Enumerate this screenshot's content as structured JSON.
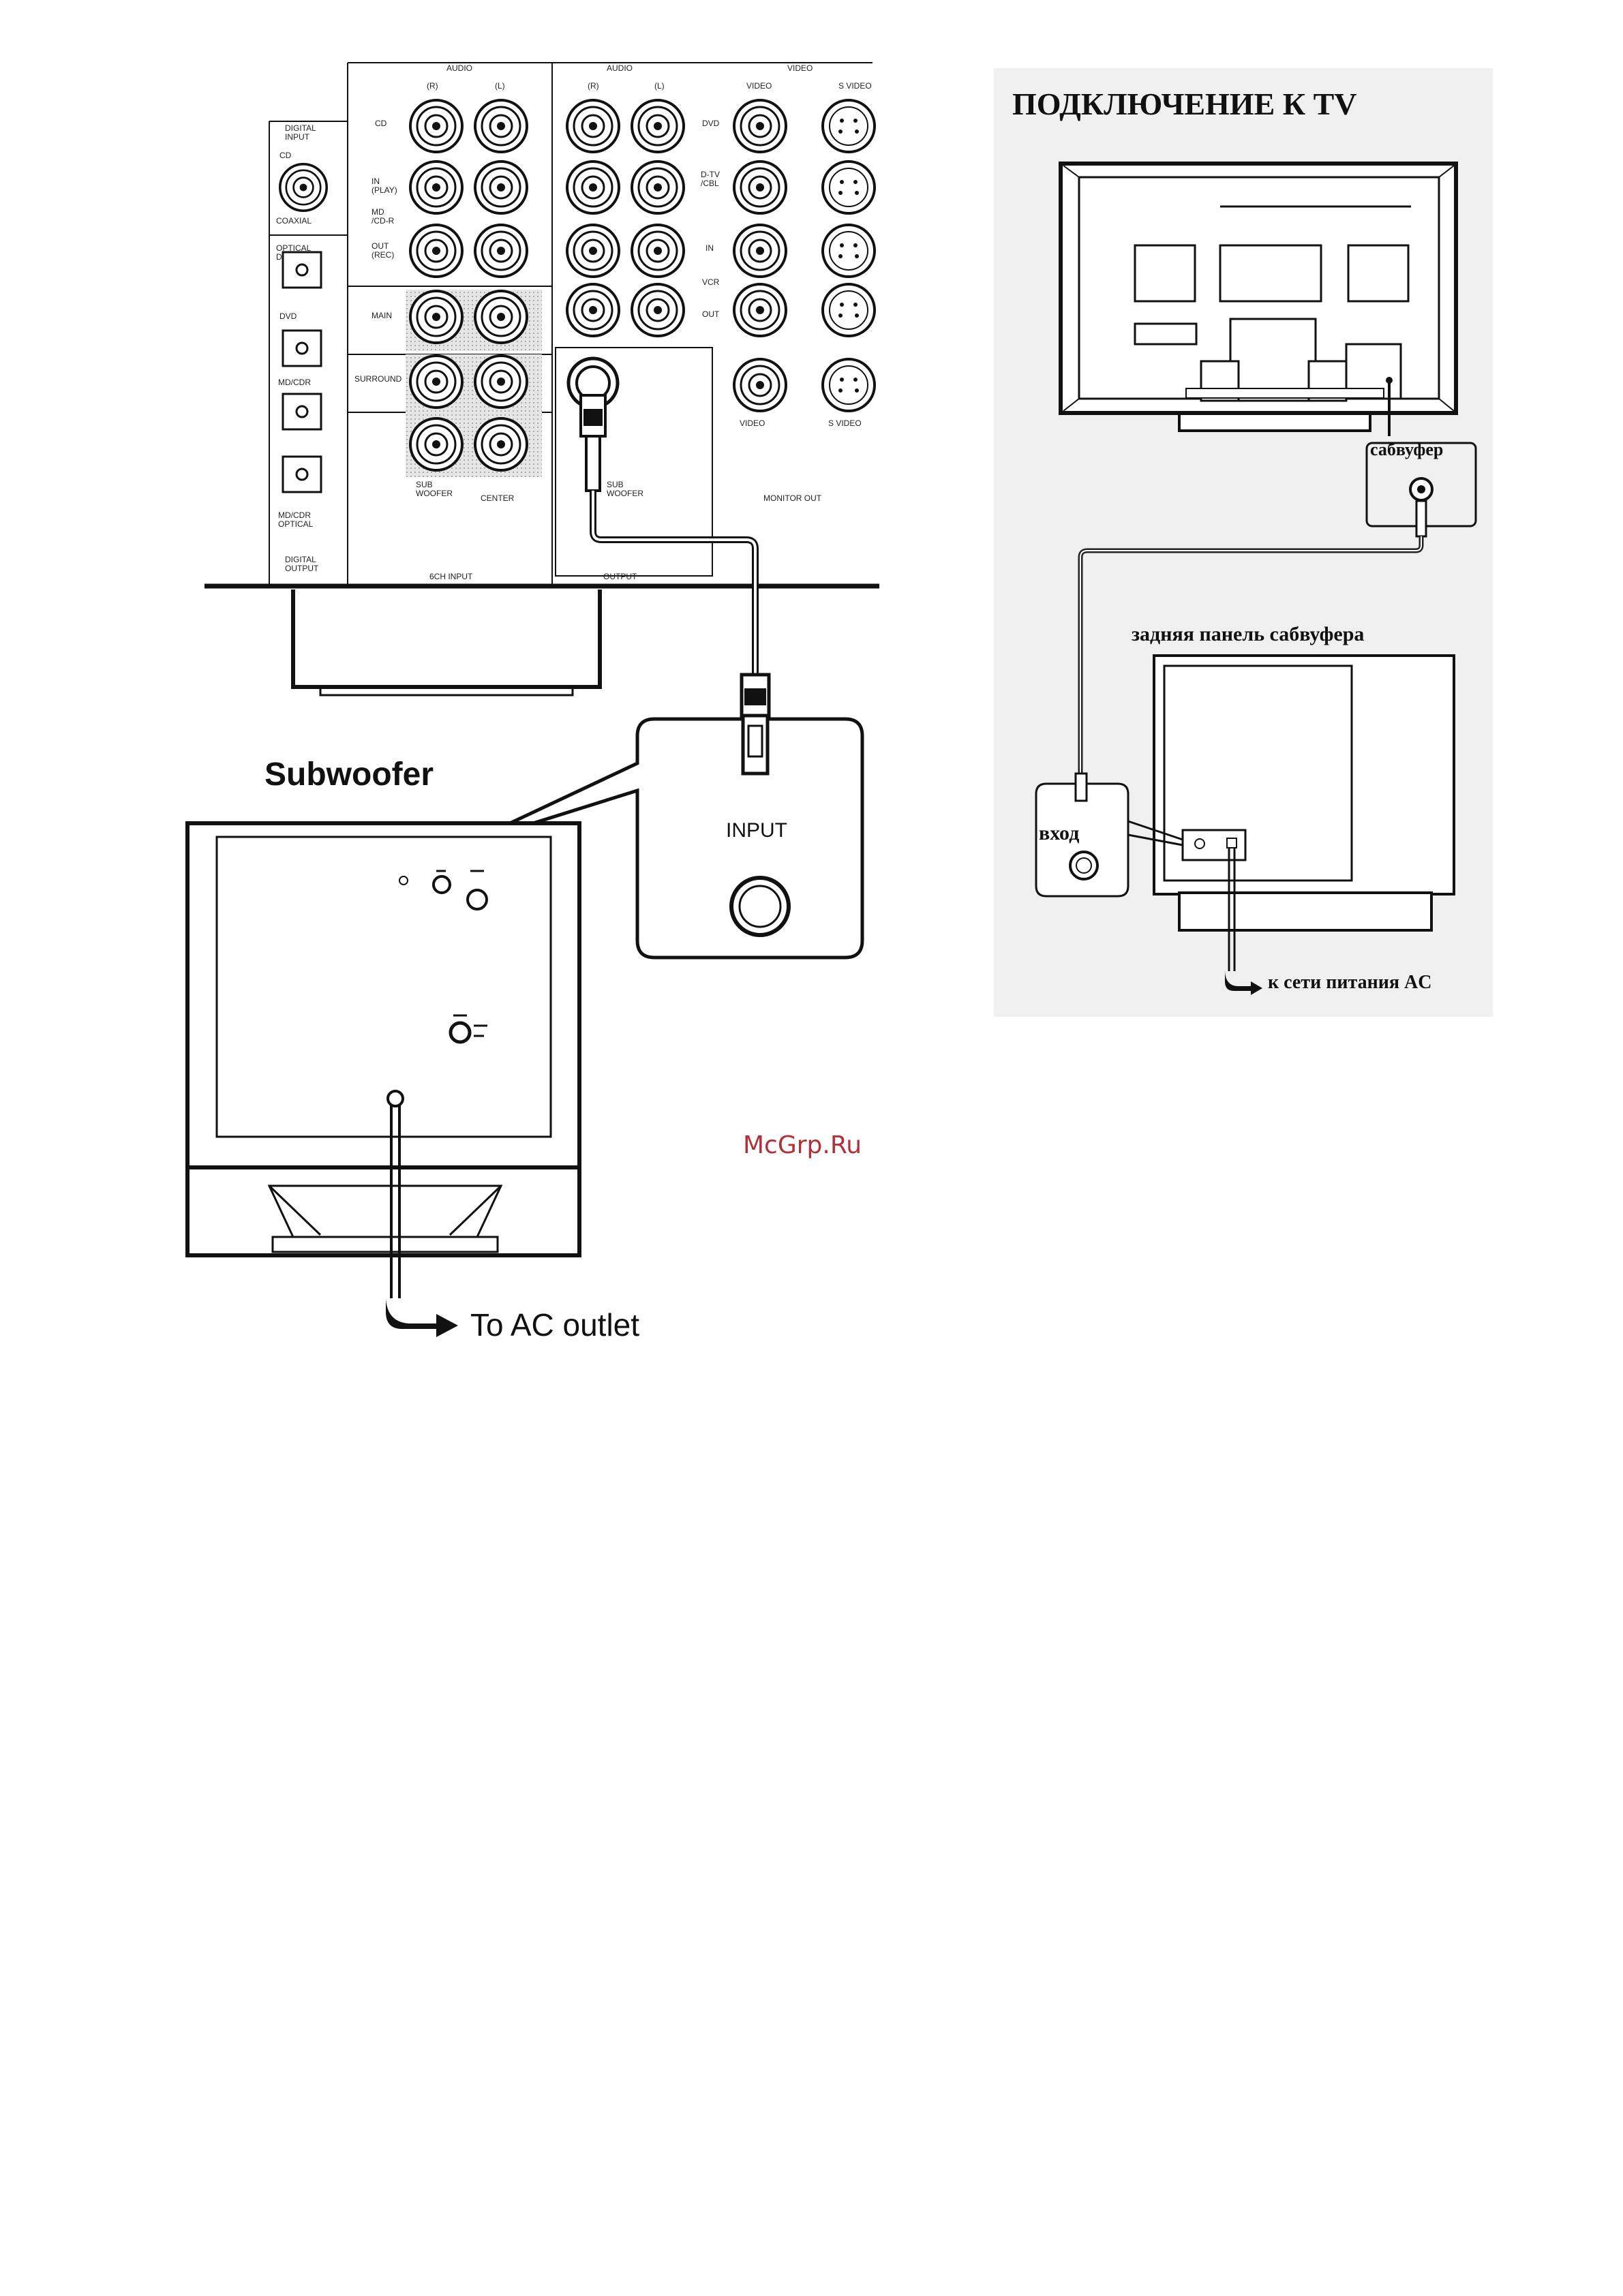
{
  "left_diagram": {
    "receiver_panel": {
      "audio_header_1": "AUDIO",
      "audio_header_2": "AUDIO",
      "video_header": "VIDEO",
      "r_label": "(R)",
      "l_label": "(L)",
      "r_label_2": "(R)",
      "l_label_2": "(L)",
      "digital_input": "DIGITAL\nINPUT",
      "cd_label": "CD",
      "coaxial_label": "COAXIAL",
      "optical_label": "OPTICAL\nD-TV/CBL",
      "dvd_opt_label": "DVD",
      "md_cdr_label": "MD/CDR",
      "md_cdr_optical": "MD/CDR\nOPTICAL",
      "digital_output": "DIGITAL\nOUTPUT",
      "row_labels": [
        "CD",
        "IN\n(PLAY)",
        "MD\n/CD-R",
        "OUT\n(REC)",
        "MAIN",
        "SURROUND"
      ],
      "video_row_labels": [
        "DVD",
        "D-TV\n/CBL",
        "IN",
        "VCR",
        "OUT"
      ],
      "video_label": "VIDEO",
      "s_video_label": "S VIDEO",
      "sub_woofer_label": "SUB\nWOOFER",
      "center_label": "CENTER",
      "sub_woofer_out_label": "SUB\nWOOFER",
      "monitor_out": "MONITOR OUT",
      "ch_input": "6CH INPUT",
      "output": "OUTPUT"
    },
    "subwoofer_title": "Subwoofer",
    "input_label": "INPUT",
    "ac_outlet": "To AC outlet"
  },
  "right_diagram": {
    "title": "ПОДКЛЮЧЕНИЕ К TV",
    "subwoofer_jack": "сабвуфер",
    "rear_panel": "задняя панель сабвуфера",
    "input": "вход",
    "ac": "к сети питания AC"
  },
  "watermark": "McGrp.Ru"
}
